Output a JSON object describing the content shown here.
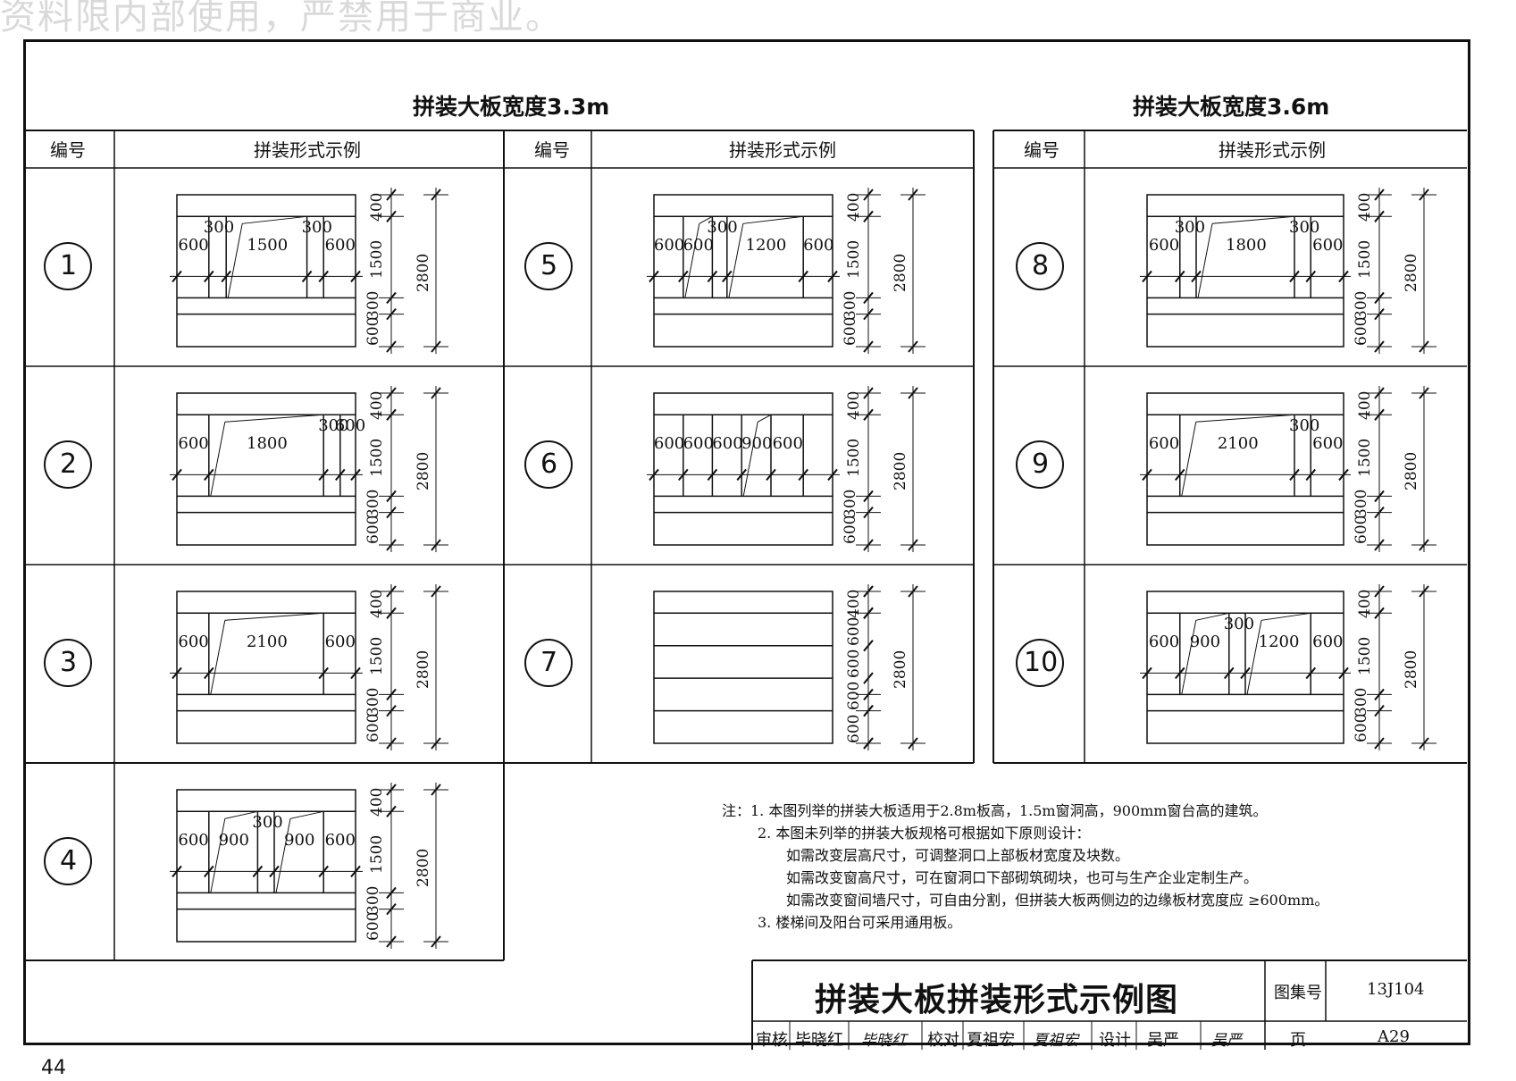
{
  "watermark": "资料限内部使用，严禁用于商业。",
  "page_number": "44",
  "sections": [
    {
      "title": "拼装大板宽度3.3m"
    },
    {
      "title": "拼装大板宽度3.6m"
    }
  ],
  "table_headers": {
    "number": "编号",
    "example": "拼装形式示例"
  },
  "panels": [
    {
      "id": "1",
      "labels": [
        "600",
        "300",
        "1500",
        "300",
        "600"
      ]
    },
    {
      "id": "2",
      "labels": [
        "600",
        "1800",
        "300",
        "600"
      ]
    },
    {
      "id": "3",
      "labels": [
        "600",
        "2100",
        "600"
      ]
    },
    {
      "id": "4",
      "labels": [
        "600",
        "900",
        "300",
        "900",
        "600"
      ]
    },
    {
      "id": "5",
      "labels": [
        "600",
        "600",
        "300",
        "1200",
        "600"
      ]
    },
    {
      "id": "6",
      "labels": [
        "600",
        "600",
        "600",
        "900",
        "600"
      ]
    },
    {
      "id": "7",
      "labels": [
        "400",
        "600",
        "600",
        "600",
        "600",
        "2800"
      ]
    },
    {
      "id": "8",
      "labels": [
        "600",
        "300",
        "1800",
        "300",
        "600"
      ]
    },
    {
      "id": "9",
      "labels": [
        "600",
        "2100",
        "300",
        "600"
      ]
    },
    {
      "id": "10",
      "labels": [
        "600",
        "900",
        "300",
        "1200",
        "600"
      ]
    }
  ],
  "vertical_dims": {
    "top": "400",
    "window": "1500",
    "sill_a": "300",
    "sill_b": "600",
    "total": "2800"
  },
  "notes": [
    "注：1. 本图列举的拼装大板适用于2.8m板高，1.5m窗洞高，900mm窗台高的建筑。",
    "2. 本图未列举的拼装大板规格可根据如下原则设计：",
    "如需改变层高尺寸，可调整洞口上部板材宽度及块数。",
    "如需改变窗高尺寸，可在窗洞口下部砌筑砌块，也可与生产企业定制生产。",
    "如需改变窗间墙尺寸，可自由分割，但拼装大板两侧边的边缘板材宽度应 ≥600mm。",
    "3. 楼梯间及阳台可采用通用板。"
  ],
  "title_block": {
    "title": "拼装大板拼装形式示例图",
    "atlas_label": "图集号",
    "atlas_no": "13J104",
    "page_label": "页",
    "page_no": "A29",
    "review_label": "审核",
    "reviewer": "毕晓红",
    "review_sig": "毕晓红",
    "check_label": "校对",
    "checker": "夏祖宏",
    "check_sig": "夏祖宏",
    "design_label": "设计",
    "designer": "吴严",
    "design_sig": "吴严"
  }
}
